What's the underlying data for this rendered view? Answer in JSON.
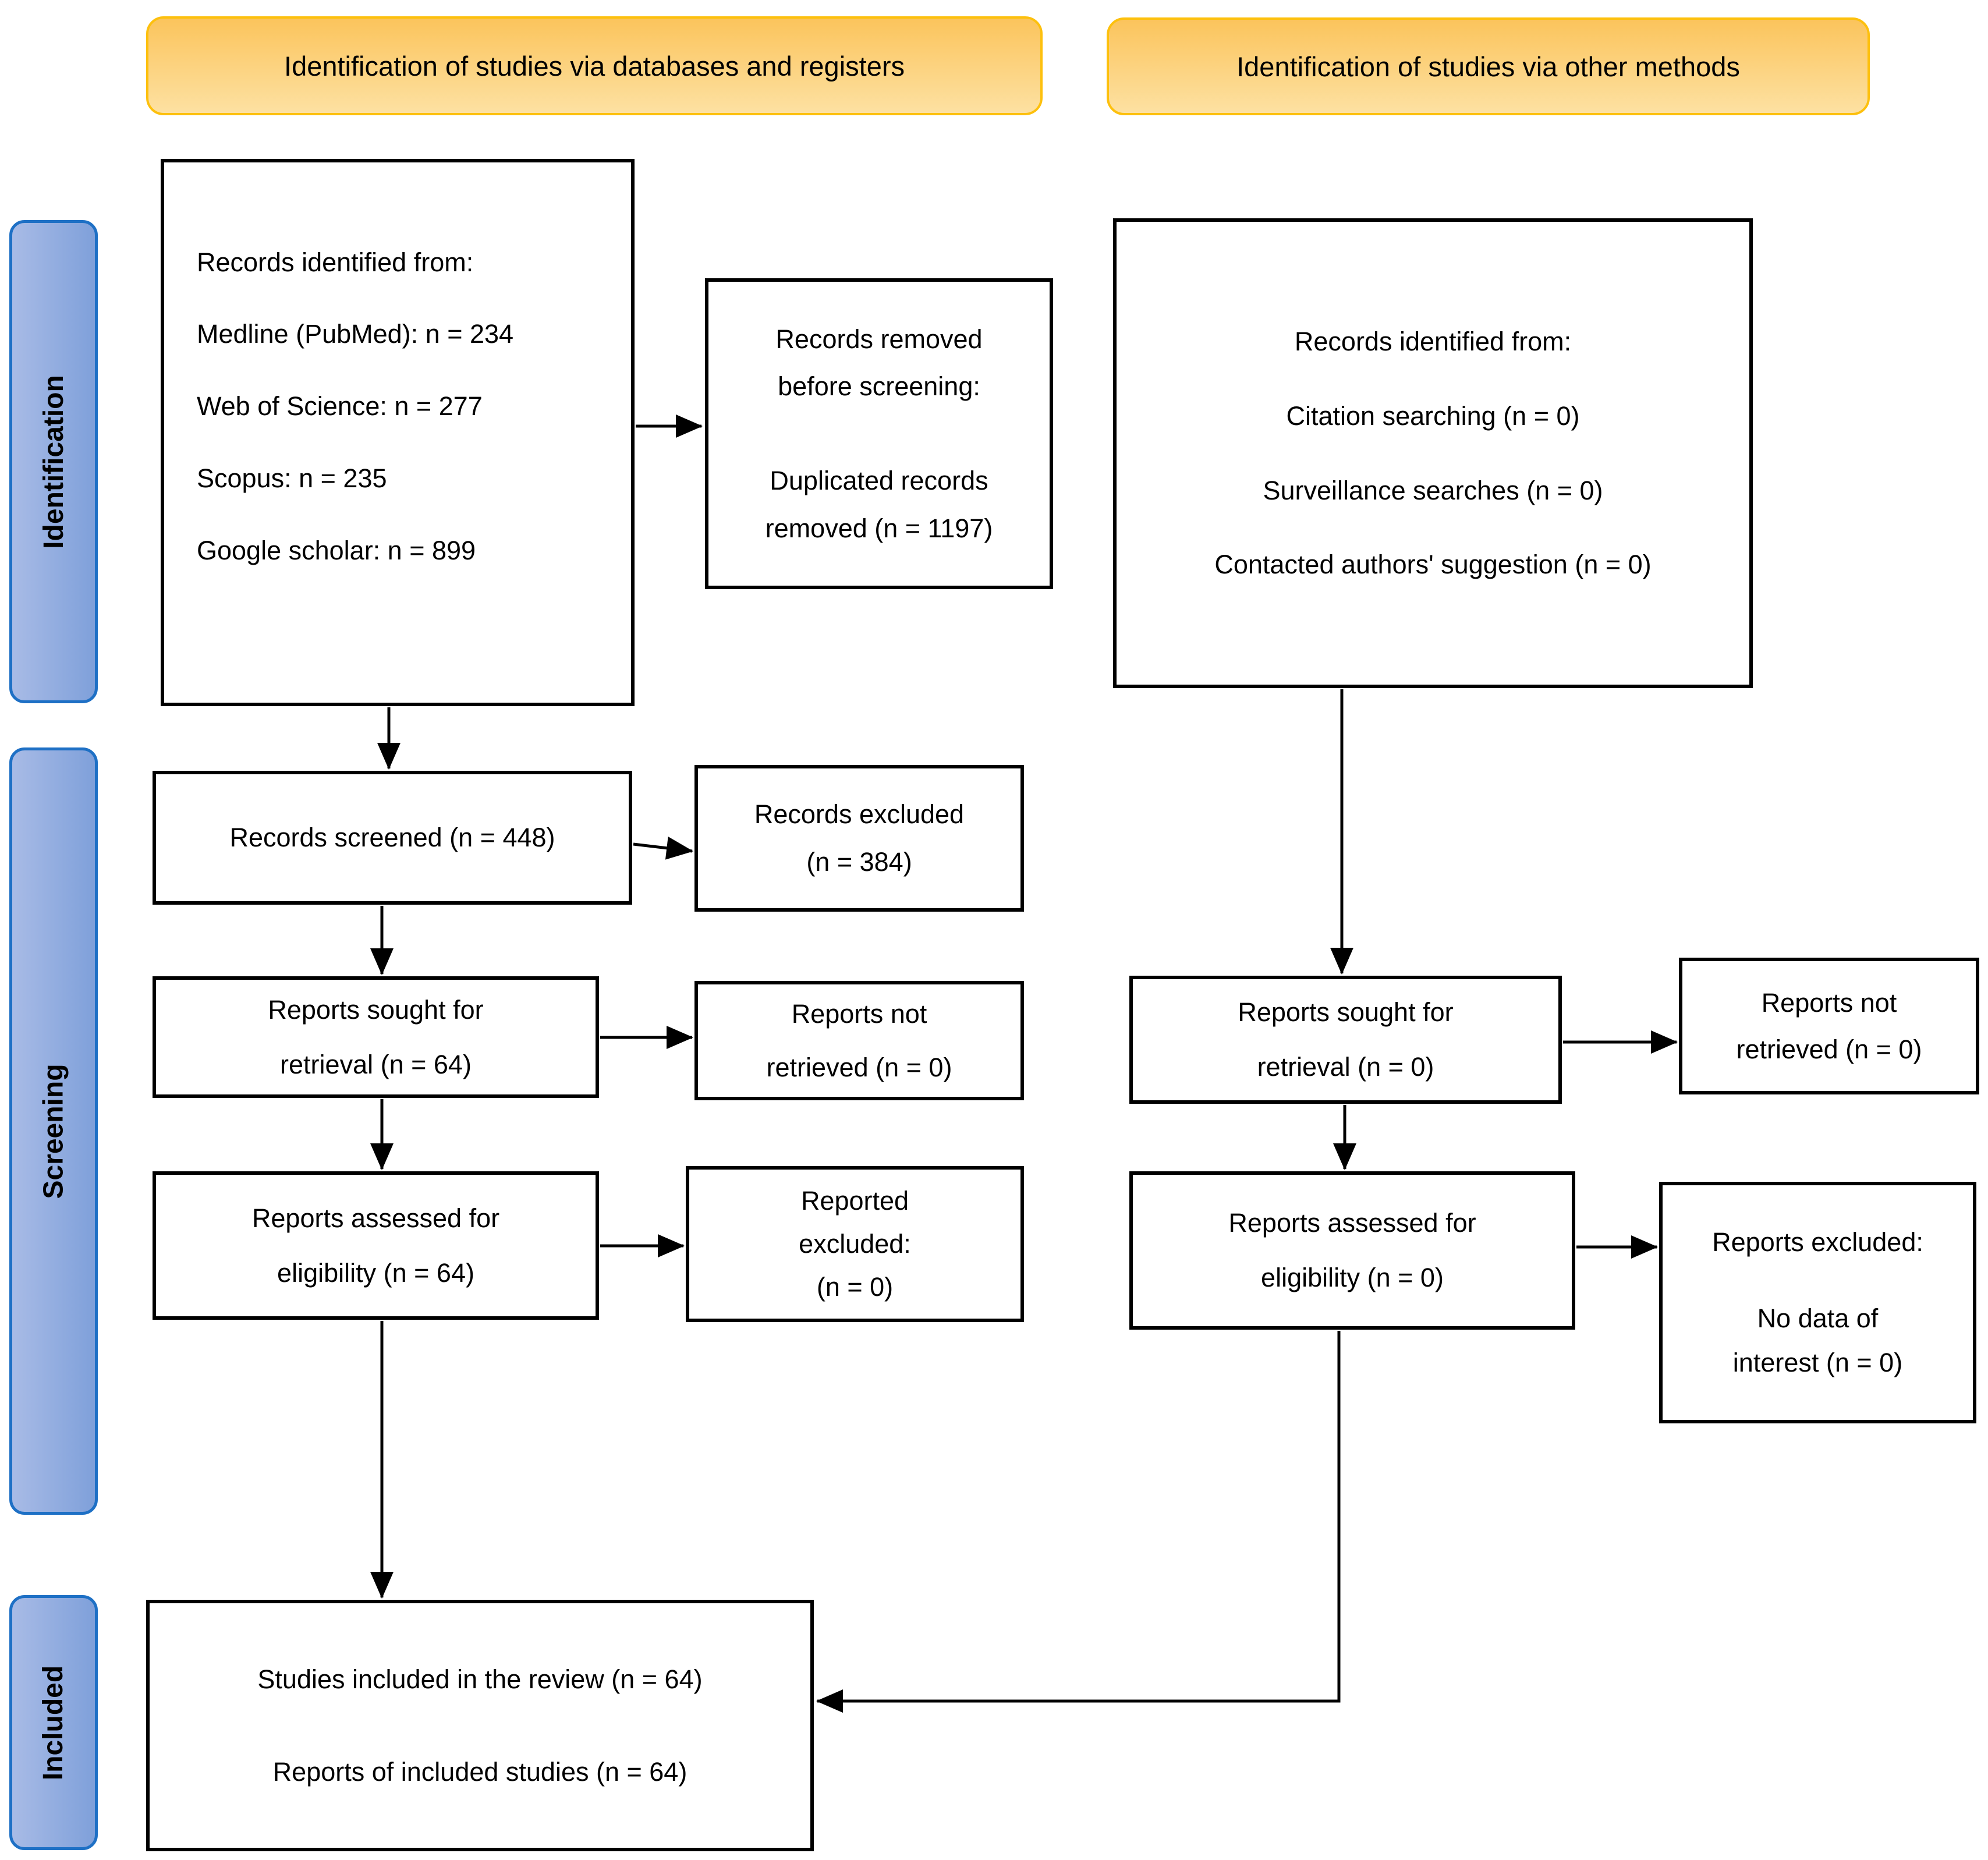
{
  "colors": {
    "header_fill_top": "#fbc45c",
    "header_fill_bottom": "#fde1a2",
    "header_border": "#fdc00d",
    "stage_fill_light": "#a8bbe6",
    "stage_fill_dark": "#7fa0da",
    "stage_border": "#1e70c5",
    "box_border": "#000000",
    "box_fill": "#ffffff",
    "arrow": "#000000",
    "text": "#000000",
    "background": "#ffffff"
  },
  "headers": {
    "databases": "Identification of studies via databases and registers",
    "other": "Identification of studies via other methods"
  },
  "stages": {
    "identification": "Identification",
    "screening": "Screening",
    "included": "Included"
  },
  "boxes": {
    "records_identified_db": {
      "lines": [
        "Records identified from:",
        "Medline (PubMed): n = 234",
        "Web of Science: n = 277",
        "Scopus: n = 235",
        "Google scholar: n = 899"
      ]
    },
    "records_removed": {
      "lines": [
        "Records removed",
        "before screening:",
        "Duplicated records",
        "removed (n = 1197)"
      ]
    },
    "records_identified_other": {
      "lines": [
        "Records identified from:",
        "Citation searching (n = 0)",
        "Surveillance searches (n = 0)",
        "Contacted authors' suggestion (n = 0)"
      ]
    },
    "records_screened": {
      "lines": [
        "Records screened (n = 448)"
      ]
    },
    "records_excluded": {
      "lines": [
        "Records excluded",
        "(n = 384)"
      ]
    },
    "reports_sought_db": {
      "lines": [
        "Reports sought for",
        "retrieval (n = 64)"
      ]
    },
    "reports_not_retrieved_db": {
      "lines": [
        "Reports not",
        "retrieved (n = 0)"
      ]
    },
    "reports_assessed_db": {
      "lines": [
        "Reports assessed for",
        "eligibility (n = 64)"
      ]
    },
    "reported_excluded": {
      "lines": [
        "Reported",
        "excluded:",
        "(n = 0)"
      ]
    },
    "reports_sought_other": {
      "lines": [
        "Reports sought for",
        "retrieval (n = 0)"
      ]
    },
    "reports_not_retrieved_other": {
      "lines": [
        "Reports not",
        "retrieved (n = 0)"
      ]
    },
    "reports_assessed_other": {
      "lines": [
        "Reports assessed for",
        "eligibility (n = 0)"
      ]
    },
    "reports_excluded_other": {
      "lines": [
        "Reports excluded:",
        "No data of",
        "interest (n = 0)"
      ]
    },
    "studies_included": {
      "lines": [
        "Studies included in the review (n = 64)",
        "Reports of included studies (n = 64)"
      ]
    }
  }
}
